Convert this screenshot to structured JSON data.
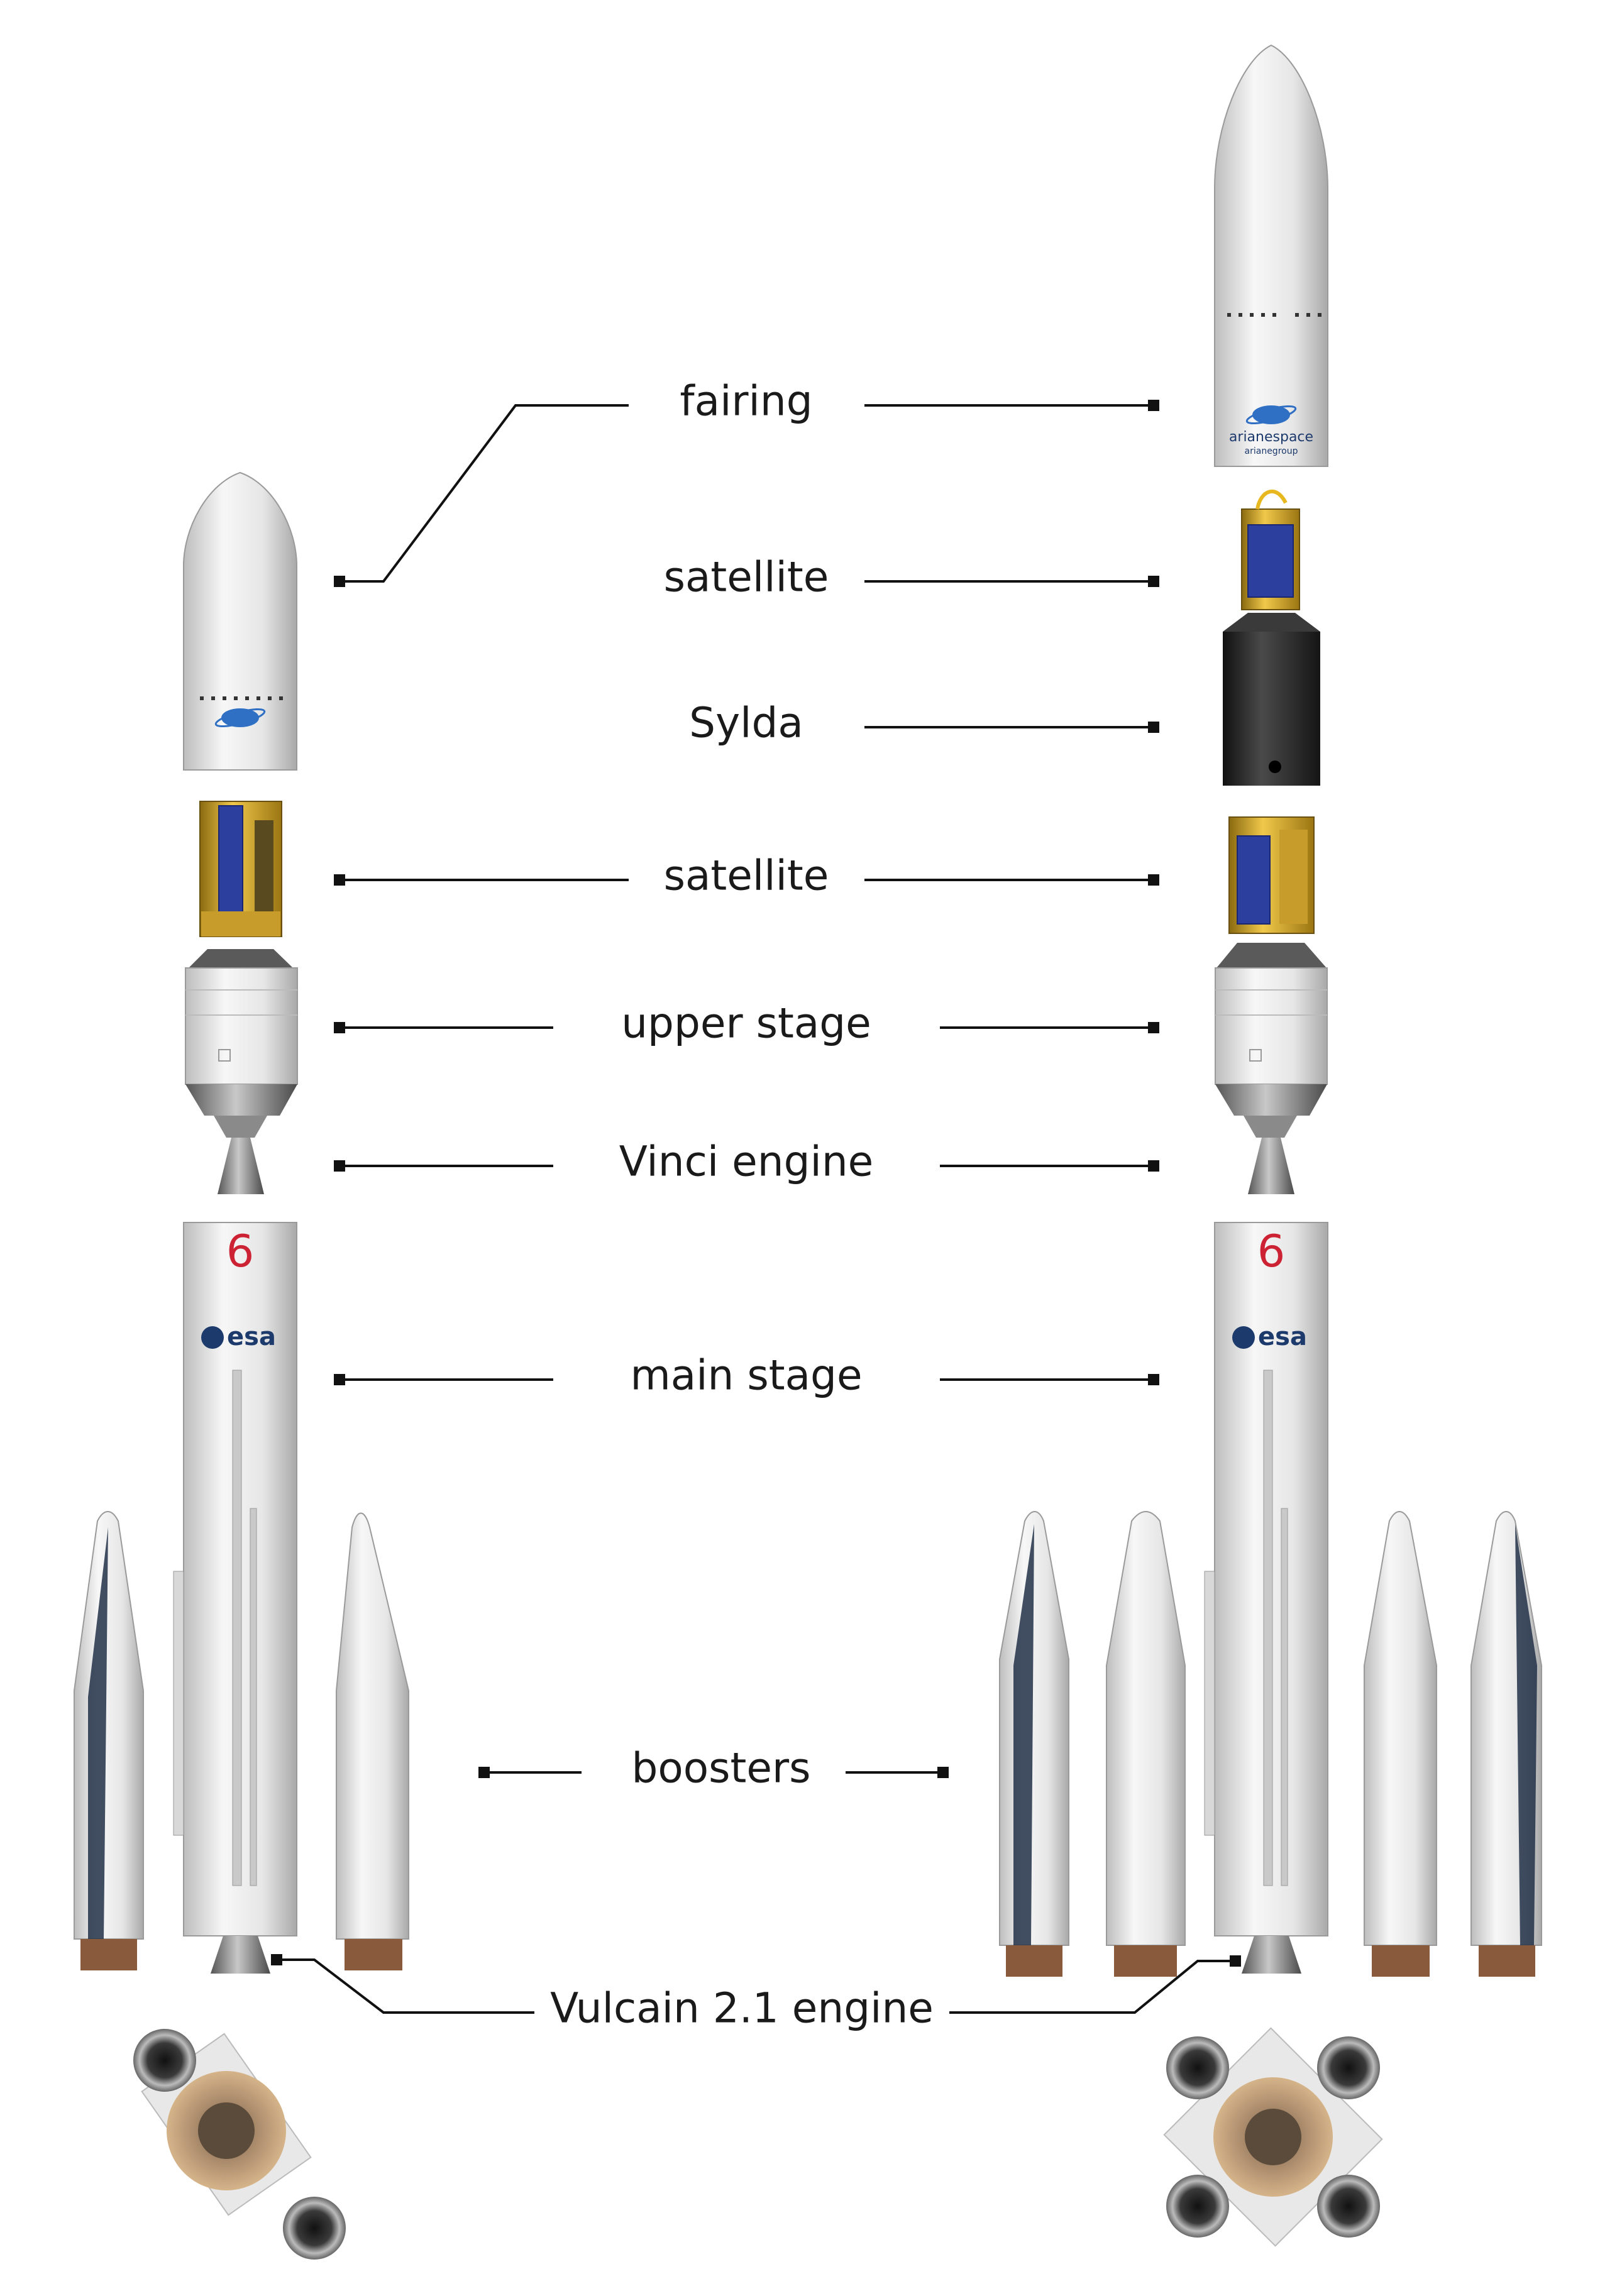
{
  "labels": {
    "fairing": "fairing",
    "satellite": "satellite",
    "sylda": "Sylda",
    "upper_stage": "upper stage",
    "vinci_engine": "Vinci engine",
    "main_stage": "main stage",
    "boosters": "boosters",
    "vulcain_engine": "Vulcain 2.1 engine"
  },
  "logos": {
    "arianespace": "arianespace",
    "arianegroup": "arianegroup",
    "esa": "esa"
  },
  "colors": {
    "body_white": "#ececec",
    "satellite_gold": "#d4a017",
    "solar_panel_blue": "#2c3f9e",
    "sylda_black": "#2a2a2a",
    "nozzle_copper": "#8a5a3c",
    "leader_line": "#111111"
  }
}
